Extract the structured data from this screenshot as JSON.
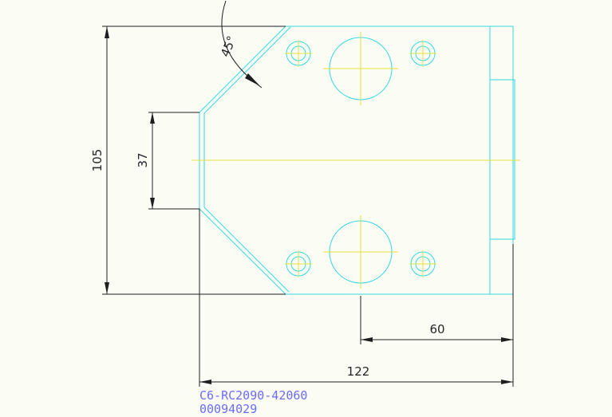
{
  "drawing": {
    "dimensions": {
      "overall_height": "105",
      "chamfer_flat": "37",
      "angle": "45°",
      "edge_to_center": "60",
      "overall_width": "122"
    },
    "part_number": "C6-RC2090-42060",
    "serial_number": "00094029"
  },
  "colors": {
    "background": "#fbfdf5",
    "outline": "#34d7e0",
    "centerline": "#e4e03a",
    "dimension": "#1e1e1e",
    "title": "#6b6bff"
  }
}
